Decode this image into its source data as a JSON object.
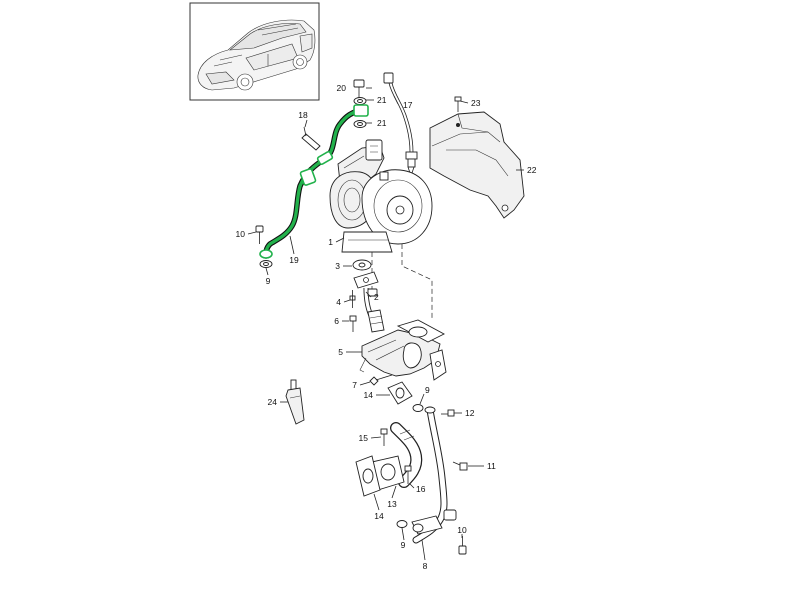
{
  "diagram": {
    "subject": "turbocharger-assembly-exploded-view",
    "highlight_color": "#22b24c",
    "line_color": "#222222",
    "callouts": [
      "1",
      "2",
      "3",
      "4",
      "5",
      "6",
      "7",
      "8",
      "9",
      "9",
      "9",
      "10",
      "10",
      "11",
      "12",
      "13",
      "14",
      "14",
      "15",
      "16",
      "17",
      "18",
      "19",
      "20",
      "21",
      "21",
      "22",
      "23",
      "24"
    ]
  }
}
